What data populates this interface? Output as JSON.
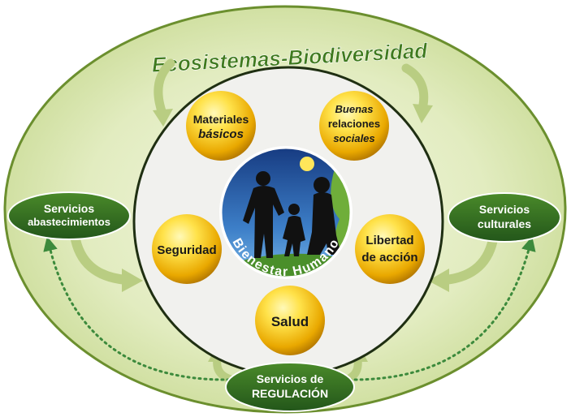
{
  "diagram": {
    "outer_title": "Ecosistemas-Biodiversidad",
    "center_label": "Bienestar Humano",
    "services": {
      "provisioning": [
        "Servicios",
        "abastecimientos"
      ],
      "cultural": [
        "Servicios",
        "culturales"
      ],
      "regulation": [
        "Servicios de",
        "REGULACIÓN"
      ]
    },
    "components": {
      "materials": [
        "Materiales",
        "básicos"
      ],
      "relations": [
        "Buenas",
        "relaciones",
        "sociales"
      ],
      "security": [
        "Seguridad"
      ],
      "freedom": [
        "Libertad",
        "de acción"
      ],
      "health": [
        "Salud"
      ]
    }
  },
  "colors": {
    "outer_fill": "#dbe7b4",
    "ellipse_border": "#4f7a24",
    "green_dark": "#2f6a1c",
    "arrow_light": "#b8cc82",
    "inner_fill": "#f2f2ef",
    "ball_light": "#fff27a",
    "ball_dark": "#d69b00",
    "sky_top": "#1c3f86",
    "sky_bottom": "#5fa3dd",
    "sun": "#ffe65a"
  },
  "icons": [
    "family-silhouette-icon",
    "sun-icon"
  ]
}
